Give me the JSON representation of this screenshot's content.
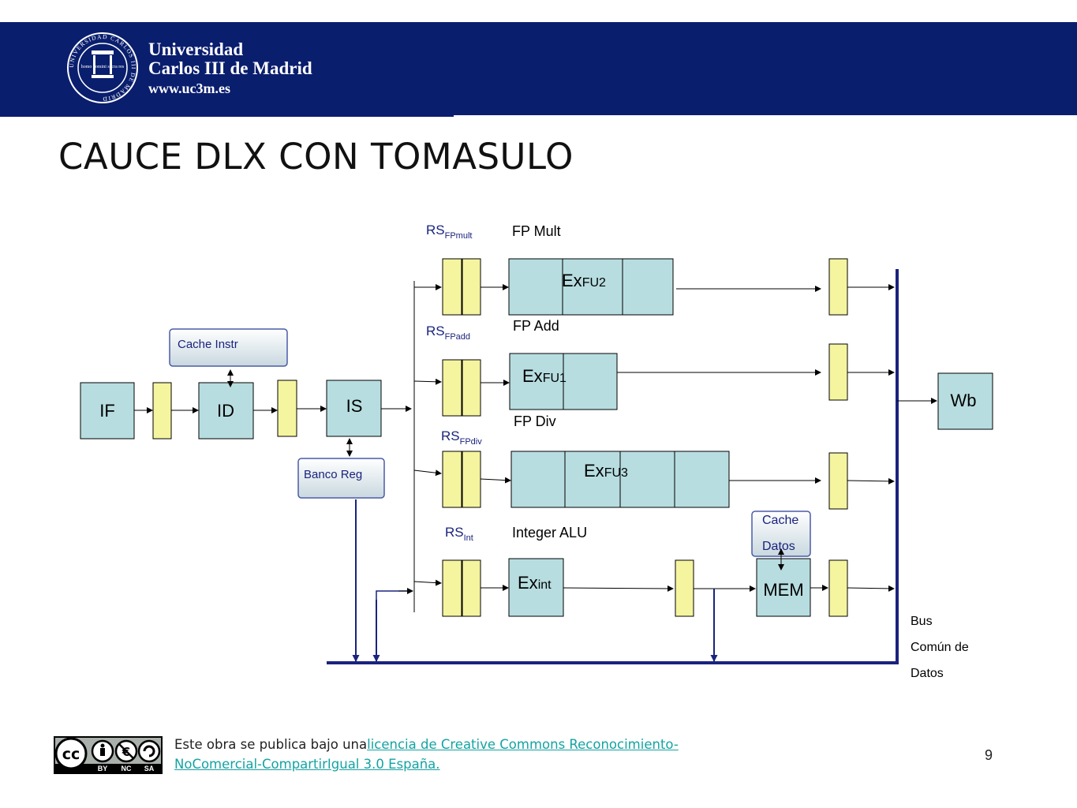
{
  "header": {
    "university_line1": "Universidad",
    "university_line2": "Carlos III de Madrid",
    "website": "www.uc3m.es",
    "seal_ring_text": "UNIVERSIDAD CARLOS III DE MADRID",
    "seal_inner_text": "homo homini sacra res",
    "bg_color": "#0a1e6e"
  },
  "slide": {
    "title": "CAUCE DLX CON TOMASULO",
    "page_number": "9"
  },
  "diagram": {
    "stages": {
      "if": "IF",
      "id": "ID",
      "is": "IS",
      "wb": "Wb",
      "mem": "MEM"
    },
    "cache_instr": "Cache Instr",
    "banco_reg": "Banco Reg",
    "cache_datos_1": "Cache",
    "cache_datos_2": "Datos",
    "rs": {
      "mult": {
        "main": "RS",
        "sub": "FPmult"
      },
      "add": {
        "main": "RS",
        "sub": "FPadd"
      },
      "div": {
        "main": "RS",
        "sub": "FPdiv"
      },
      "int": {
        "main": "RS",
        "sub": "Int"
      }
    },
    "units": {
      "mult": {
        "label": "FP Mult",
        "ex": "Ex",
        "sub": "FU2"
      },
      "add": {
        "label": "FP Add",
        "ex": "Ex",
        "sub": "FU1"
      },
      "div": {
        "label": "FP Div",
        "ex": "Ex",
        "sub": "FU3"
      },
      "int": {
        "label": "Integer ALU",
        "ex": "Ex",
        "sub": "int"
      }
    },
    "bus_label": [
      "Bus",
      "Común de",
      "Datos"
    ],
    "colors": {
      "stage": "#b7dde0",
      "latch": "#f5f5a0",
      "bus": "#1a237e",
      "rs_text": "#1a237e"
    }
  },
  "footer": {
    "license_prefix": "Este obra se publica bajo una",
    "license_link_1": "licencia de Creative Commons Reconocimiento-",
    "license_link_2": "NoComercial-CompartirIgual  3.0 España.",
    "cc_badge": {
      "cc": "cc",
      "labels": [
        "BY",
        "NC",
        "SA"
      ]
    }
  }
}
